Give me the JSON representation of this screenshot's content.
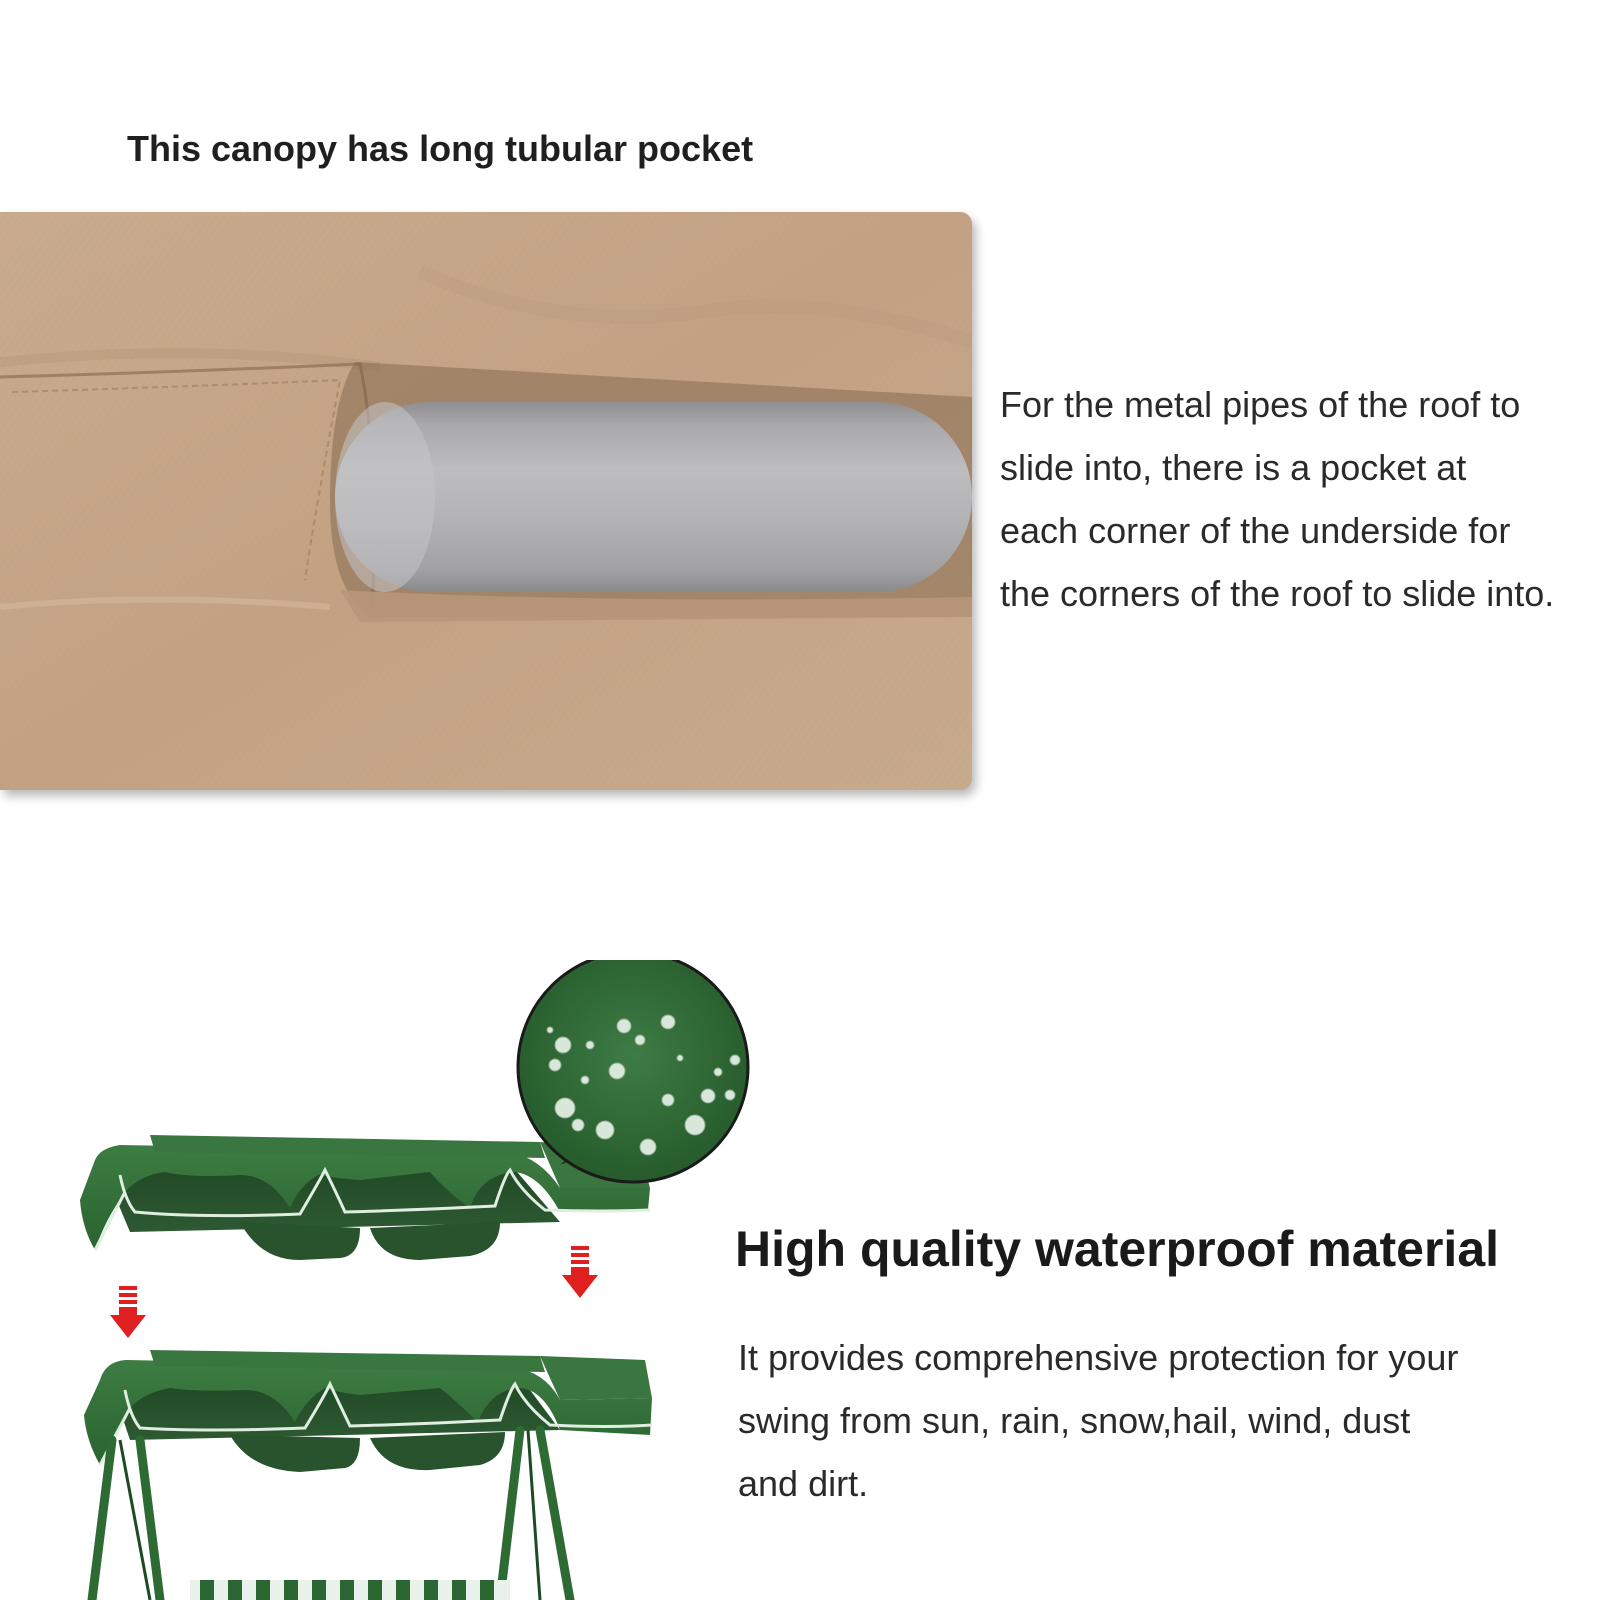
{
  "pocket_section": {
    "heading": "This canopy has long tubular pocket",
    "description_lines": [
      "For the metal pipes of the roof to",
      "slide into, there is a pocket at",
      "each corner of the underside for",
      "the corners of the roof to slide into."
    ]
  },
  "waterproof_section": {
    "heading": "High quality waterproof material",
    "description_lines": [
      "It provides comprehensive protection for your",
      "swing from sun, rain, snow,hail, wind, dust",
      "and dirt."
    ]
  },
  "colors": {
    "fabric_tan": "#c7a88a",
    "pipe_gray": "#b9b9bb",
    "canopy_green": "#2f6b35",
    "arrow_red": "#e02020"
  }
}
